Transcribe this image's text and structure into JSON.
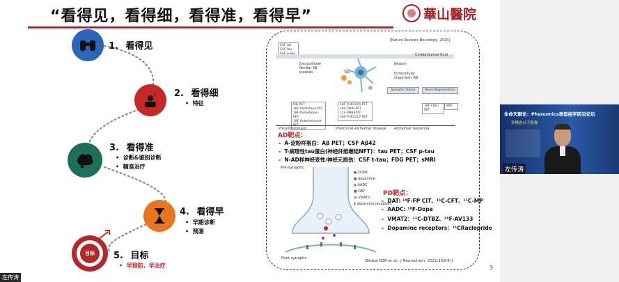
{
  "slide": {
    "title": "“看得见，看得细，看得准，看得早”",
    "logo_text": "華山醫院",
    "page_number": "3",
    "items": [
      {
        "number": "1.",
        "label": "看得见",
        "subs": []
      },
      {
        "number": "2.",
        "label": "看得细",
        "subs": [
          "特征"
        ]
      },
      {
        "number": "3.",
        "label": "看得准",
        "subs": [
          "诊断&鉴别诊断",
          "精准治疗"
        ]
      },
      {
        "number": "4.",
        "label": "看得早",
        "subs": [
          "早期诊断",
          "预测"
        ]
      },
      {
        "number": "5.",
        "label": "目标",
        "subs": [
          "早预防，早治疗"
        ]
      }
    ],
    "target_icon_text": "目标"
  },
  "card": {
    "citation_top": "[Nature Reviews Neurology, 2015]",
    "csf_box": [
      "CSF Aβ",
      "CSF tau",
      "CSF p-tau"
    ],
    "cerebrospinal_fluid": "Cerebrospinal fluid",
    "extracellular": "Extracellular fibrillar Aβ plaques",
    "tau": "Tau",
    "neuron": "Neuron",
    "intracellular": "Intracellular oligomeric Aβ",
    "synaptic_failure": "Synaptic failure",
    "neurodegeneration": "Neurodegeneration",
    "pet_box1": [
      "PiB-PET",
      "18F-florbetapir-PET",
      "18F-florbetaben-PET",
      "18F-flutemetamol-PET"
    ],
    "pet_box2": [
      "18F-THK5105-PET",
      "18F-T808-PET",
      "11C-PBB3-PET",
      "18F-THK5117-PET"
    ],
    "fdg": "18F-FDG-PET",
    "mri": "MRI",
    "stage_pre": "Presymptomatic",
    "stage_pro": "Prodromal Alzheimer disease",
    "stage_dem": "Alzheimer dementia",
    "ad_title": "AD靶点：",
    "ad_bullets": [
      "A-淀粉样蛋白：Aβ PET；CSF Aβ42",
      "T-病理性tau蛋白(神经纤维缠结NFT)：tau PET；CSF p-tau",
      "N-AD样神经变性/神经元损伤：CSF t-tau；FDG PET；sMRI"
    ],
    "pre_synaptic": "Pre-synaptic",
    "post_synaptic": "Post-synaptic",
    "legend": [
      "DOPA",
      "dopamine",
      "AADC",
      "DAT",
      "VMAT2",
      "dopamine receptors"
    ],
    "pd_title": "PD靶点：",
    "pd_bullets": [
      "DAT: ¹⁸F-FP CIT、¹¹C-CFT、¹¹C-MP",
      "AADC: ¹⁸F-Dopa",
      "VMAT2：¹¹C-DTBZ、¹⁸F-AV133",
      "Dopamine receptors：¹¹CRaclopride"
    ],
    "citation_bottom": "[Bidesi NSR et al., J Neurochem. 2021;159(4)]"
  },
  "speaker": {
    "name_tag_bottom": "左传涛",
    "video_name": "左传涛",
    "banner_title": "生命天眼论：Phenomics表型组学前沿论坛",
    "banner_sub": "多模态分子影像"
  },
  "colors": {
    "item1": "#2c66b8",
    "item2": "#c62828",
    "item3": "#1f6e5b",
    "item4": "#e8761e",
    "item5": "#b3262a",
    "accent_red": "#b01c1c"
  }
}
